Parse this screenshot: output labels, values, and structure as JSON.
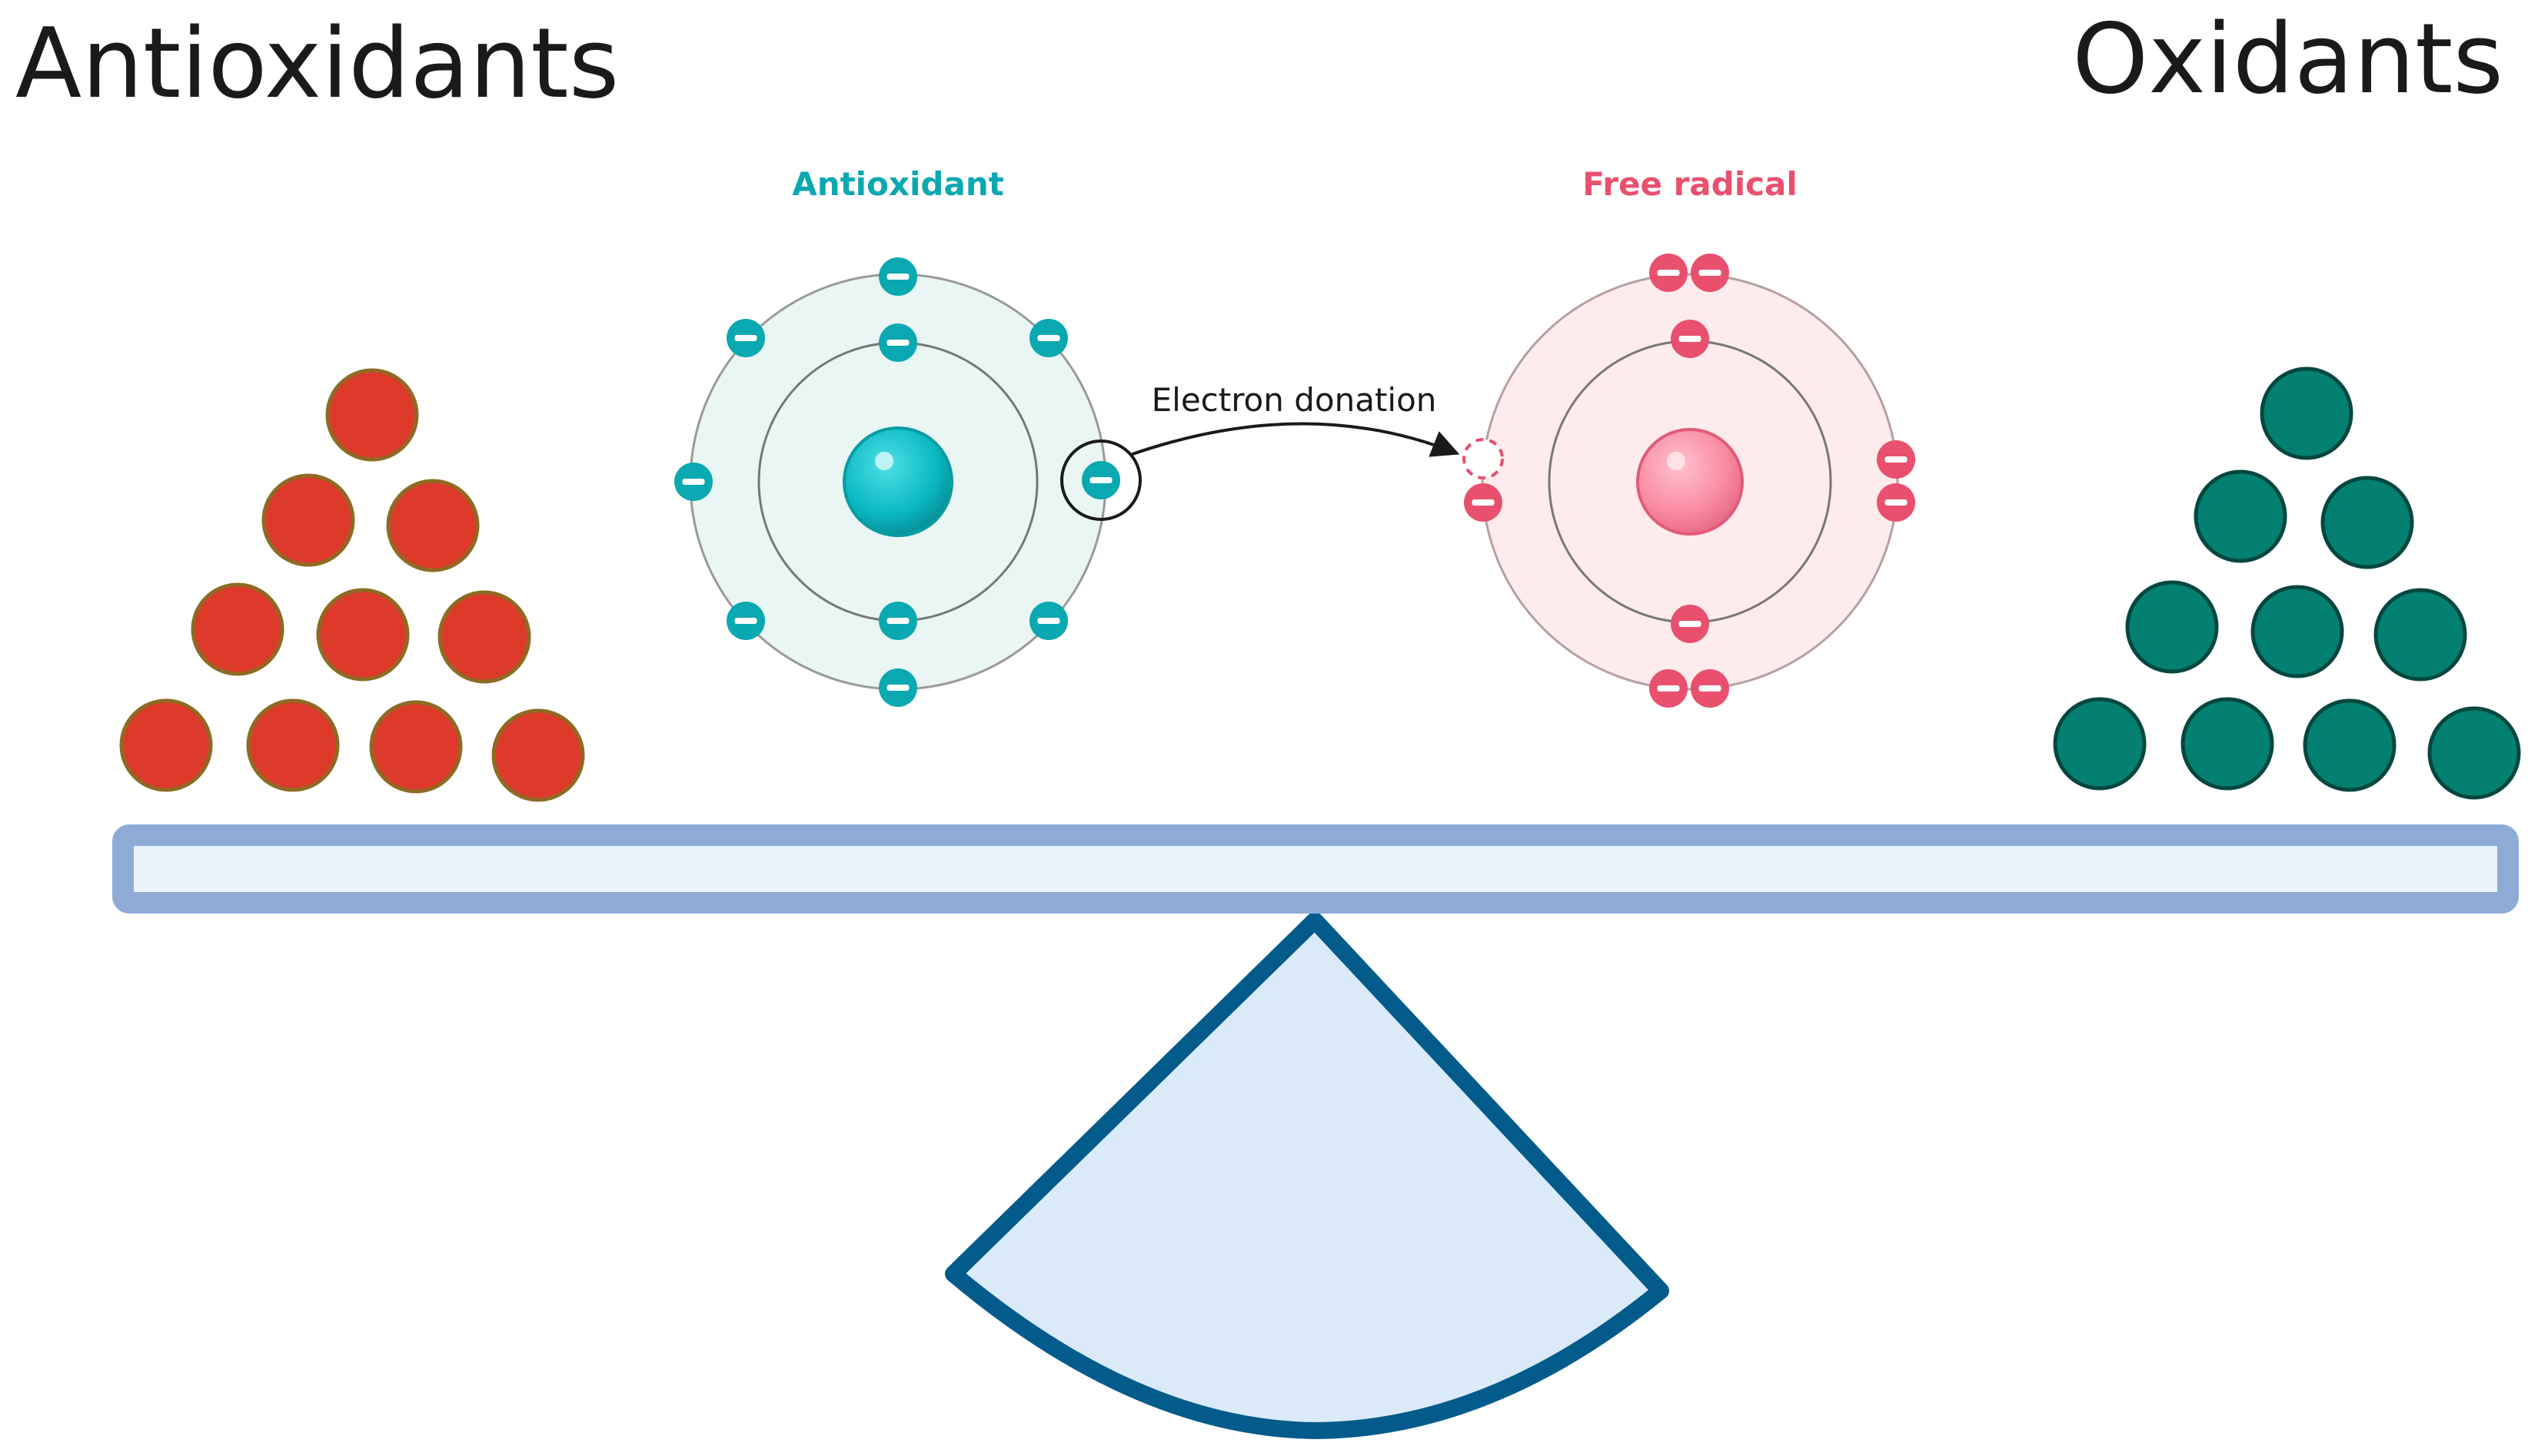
{
  "titles": {
    "left": "Antioxidants",
    "right": "Oxidants"
  },
  "atoms": {
    "antioxidant": {
      "label": "Antioxidant",
      "color": "#0aa8b0"
    },
    "free_radical": {
      "label": "Free radical",
      "color": "#e8506e"
    }
  },
  "arrow": {
    "label": "Electron donation"
  },
  "piles": {
    "antioxidants": {
      "count": 10,
      "color": "#dd3a2c",
      "stroke": "#8e6a23"
    },
    "oxidants": {
      "count": 10,
      "color": "#038072",
      "stroke": "#05473f"
    }
  },
  "balance": {
    "beam_fill": "#eaf2fb",
    "beam_stroke": "#8eabd8",
    "fulcrum_fill": "#daeaf8",
    "fulcrum_stroke": "#035b8c"
  },
  "icons": [
    "electron-icon",
    "atom-nucleus-icon",
    "electron-vacancy-icon",
    "arrow-icon"
  ]
}
